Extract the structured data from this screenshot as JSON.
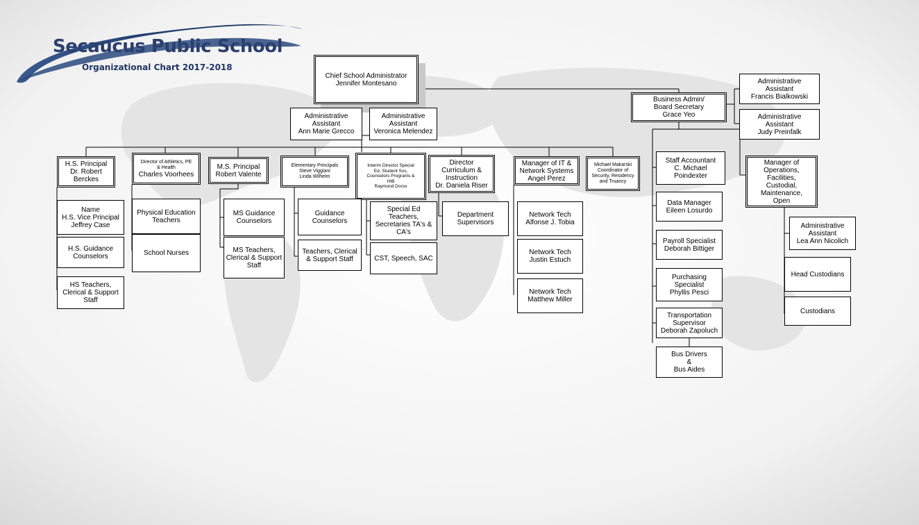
{
  "header": {
    "title": "Secaucus Public School",
    "subtitle": "Organizational Chart 2017-2018"
  },
  "colors": {
    "brand_navy": "#2b3f6e",
    "swoosh": "#24406f",
    "connector": "#000000"
  },
  "org": {
    "chief": "Chief School Administrator\nJennifer Montesano",
    "asst_grecco": "Administrative\nAssistant\nAnn Marie Grecco",
    "asst_melendez": "Administrative\nAssistant\nVeronica Melendez",
    "business_admin": "Business Admin/\nBoard Secretary\nGrace Yeo",
    "asst_bialkowski": "Administrative\nAssistant\nFrancis Bialkowski",
    "asst_preinfalk": "Administrative\nAssistant\nJudy Preinfalk",
    "hs_principal": "H.S. Principal\nDr. Robert\nBerckes",
    "hs_vice": "Name\nH.S. Vice Principal\nJeffrey Case",
    "hs_guidance": "H.S. Guidance\nCounselors",
    "hs_teachers": "HS Teachers,\nClerical & Support\nStaff",
    "athletics_title": "Director of Athletics, PE\n& Health",
    "athletics_name": "Charles Voorhees",
    "pe_teachers": "Physical Education\nTeachers",
    "school_nurses": "School Nurses",
    "ms_principal": "M.S. Principal\nRobert Valente",
    "ms_guidance": "MS Guidance\nCounselors",
    "ms_teachers": "MS Teachers,\nClerical & Support\nStaff",
    "elem_principals": "Elementary Principals\nSteve Viggiani\nLinda Wilhelm",
    "elem_guidance": "Guidance\nCounselors",
    "elem_teachers": "Teachers, Clerical\n& Support Staff",
    "sped_director": "Interim Director Special\nEd. Student Svs,\nCounselors Programs &\nHIB\nRaymond Dorso",
    "sped_teachers": "Special Ed\nTeachers,\nSecretaries  TA's &\nCA's",
    "cst": "CST, Speech, SAC",
    "curriculum_director": "Director\nCurriculum &\nInstruction\nDr. Daniela Riser",
    "dept_supervisors": "Department\nSupervisors",
    "it_manager": "Manager of IT &\nNetwork Systems\nAngel Perez",
    "net_tech_1": "Network Tech\nAlfonse J. Tobia",
    "net_tech_2": "Network Tech\nJustin Estuch",
    "net_tech_3": "Network Tech\nMatthew Miller",
    "security": "Michael Makarski\nCoordinator of\nSecurity, Residency\nand Truancy",
    "staff_accountant": "Staff Accountant\nC. Michael\nPoindexter",
    "data_manager": "Data Manager\nEileen Losurdo",
    "payroll": "Payroll Specialist\nDeborah Bittiger",
    "purchasing": "Purchasing\nSpecialist\nPhyllis Pesci",
    "transportation": "Transportation\nSupervisor\nDeborah Zapoluch",
    "bus_drivers": "Bus Drivers\n&\nBus Aides",
    "operations_manager": "Manager of\nOperations, Facilities,\nCustodial,\nMaintenance,\nOpen",
    "asst_nicolich": "Administrative\nAssistant\nLea Ann Nicolich",
    "head_custodians": "Head Custodians",
    "custodians": "Custodians"
  }
}
